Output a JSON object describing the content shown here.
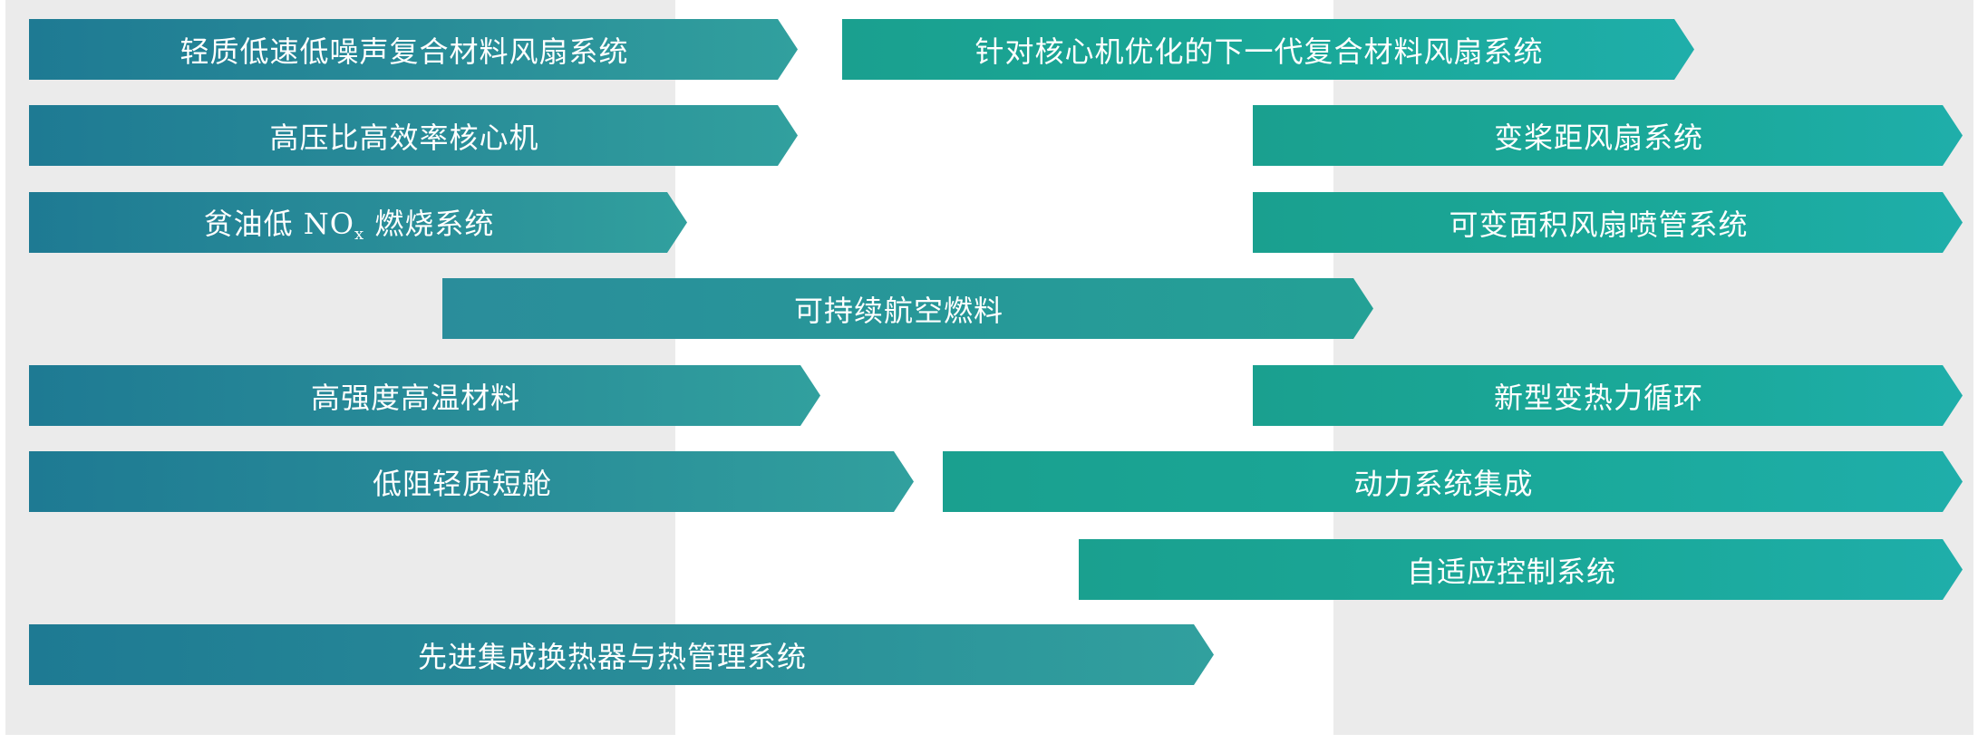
{
  "arrows": [
    {
      "id": "a1",
      "label": "轻质低速低噪声复合材料风扇系统"
    },
    {
      "id": "a2",
      "label": "针对核心机优化的下一代复合材料风扇系统"
    },
    {
      "id": "a3",
      "label": "高压比高效率核心机"
    },
    {
      "id": "a4",
      "label": "变桨距风扇系统"
    },
    {
      "id": "a5",
      "label_prefix": "贫油低 NO",
      "label_sub": "x",
      "label_suffix": " 燃烧系统"
    },
    {
      "id": "a6",
      "label": "可变面积风扇喷管系统"
    },
    {
      "id": "a7",
      "label": "可持续航空燃料"
    },
    {
      "id": "a8",
      "label": "高强度高温材料"
    },
    {
      "id": "a9",
      "label": "新型变热力循环"
    },
    {
      "id": "a10",
      "label": "低阻轻质短舱"
    },
    {
      "id": "a11",
      "label": "动力系统集成"
    },
    {
      "id": "a12",
      "label": "自适应控制系统"
    },
    {
      "id": "a13",
      "label": "先进集成换热器与热管理系统"
    }
  ]
}
